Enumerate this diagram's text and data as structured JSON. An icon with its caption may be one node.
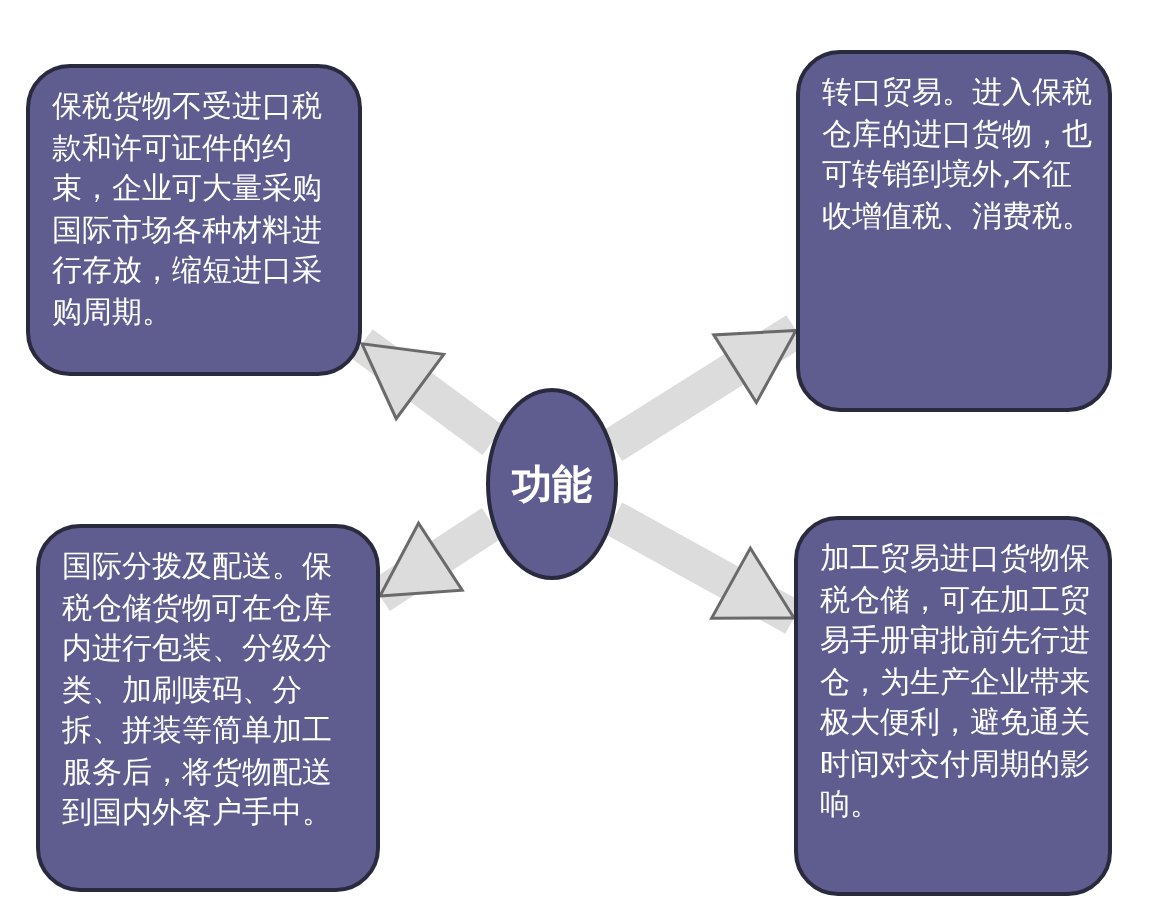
{
  "diagram": {
    "nodes": [
      {
        "text": [
          "功能"
        ]
      },
      {
        "text": [
          "保税货物不受进口税款和许可证件的约束，企业可大量采购国际市场各种材料进行存放，缩短进口采购周期。"
        ]
      },
      {
        "text": [
          "转口贸易。进入保税仓库的进口货物，也可转销到境外,不征收增值税、消费税。"
        ]
      },
      {
        "text": [
          "国际分拨及配送。保税仓储货物可在仓库内进行包装、分级分类、加刷唛码、分拆、拼装等简单加工服务后，将货物配送到国内外客户手中。"
        ]
      },
      {
        "text": [
          "加工贸易进口货物保税仓储，可在加工贸易手册审批前先行进仓，为生产企业带来极大便利，避免通关时间对交付周期的影响。"
        ]
      }
    ],
    "edges": [
      {
        "from": 0,
        "to": 1,
        "arrow": "to"
      },
      {
        "from": 0,
        "to": 2,
        "arrow": "to"
      },
      {
        "from": 0,
        "to": 3,
        "arrow": "to"
      },
      {
        "from": 0,
        "to": 4,
        "arrow": "to"
      }
    ]
  }
}
